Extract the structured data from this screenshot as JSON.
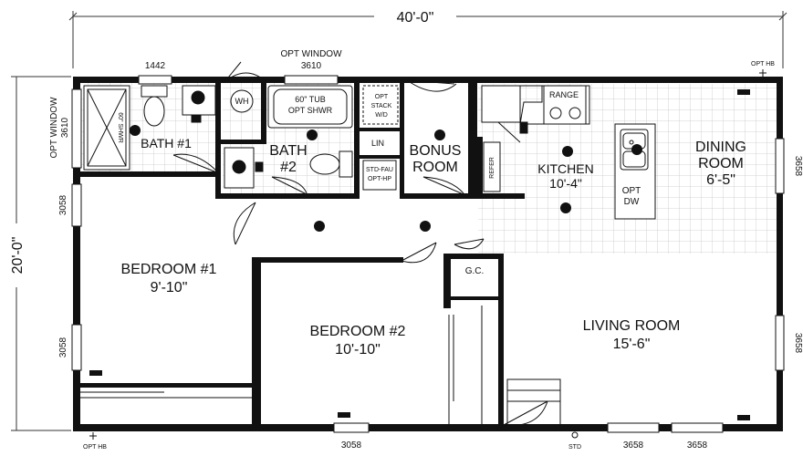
{
  "dimensions": {
    "width": "40'-0\"",
    "height": "20'-0\""
  },
  "rooms": {
    "bedroom1": {
      "name": "BEDROOM #1",
      "size": "9'-10\""
    },
    "bedroom2": {
      "name": "BEDROOM #2",
      "size": "10'-10\""
    },
    "living": {
      "name": "LIVING ROOM",
      "size": "15'-6\""
    },
    "kitchen": {
      "name": "KITCHEN",
      "size": "10'-4\""
    },
    "dining": {
      "name": "DINING",
      "line2": "ROOM",
      "size": "6'-5\""
    },
    "bath1": {
      "name": "BATH #1"
    },
    "bath2": {
      "name": "BATH",
      "line2": "#2"
    },
    "bonus": {
      "name": "BONUS",
      "line2": "ROOM"
    }
  },
  "fixtures": {
    "tub_line1": "60\" TUB",
    "tub_line2": "OPT SHWR",
    "shower": "60\" SHWR",
    "wh": "WH",
    "stack_1": "OPT",
    "stack_2": "STACK",
    "stack_3": "W/D",
    "lin": "LIN",
    "std_fau_1": "STD-FAU",
    "std_fau_2": "OPT-HP",
    "refer": "REFER",
    "range": "RANGE",
    "opt_dw_1": "OPT",
    "opt_dw_2": "DW",
    "gc": "G.C."
  },
  "windows": {
    "opt_window_top_label": "OPT WINDOW",
    "opt_window_top_size": "3610",
    "opt_window_left_label": "OPT WINDOW",
    "opt_window_left_size": "3610",
    "w1442": "1442",
    "left_upper": "3058",
    "left_lower": "3058",
    "right_upper": "3658",
    "right_lower": "3658",
    "bottom_1": "3058",
    "bottom_2": "3658",
    "bottom_3": "3658"
  },
  "markers": {
    "opt_hb_top": "OPT HB",
    "opt_hb_bottom": "OPT HB",
    "std": "STD"
  }
}
